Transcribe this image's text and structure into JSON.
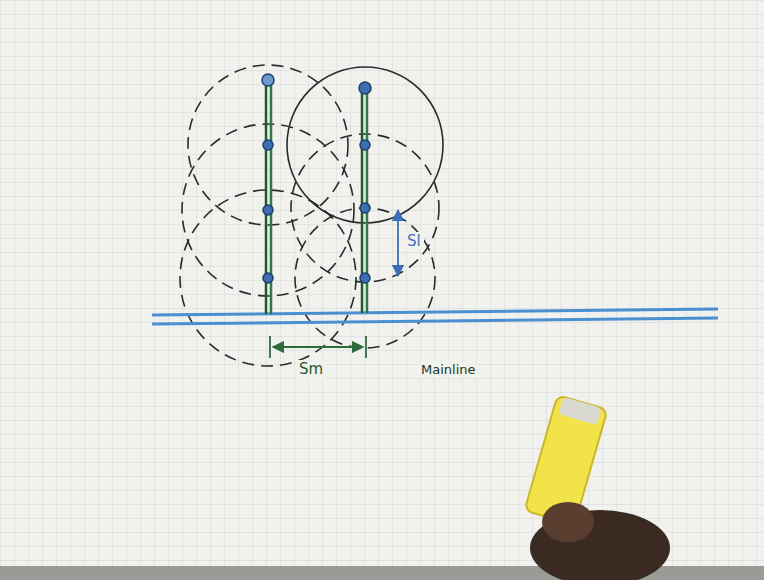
{
  "diagram": {
    "labels": [
      "Sl",
      "Sm",
      "Mainline"
    ]
  }
}
